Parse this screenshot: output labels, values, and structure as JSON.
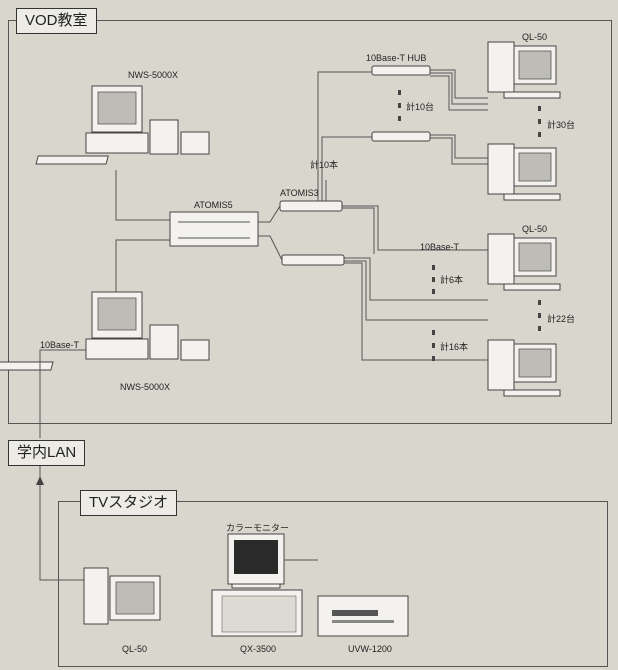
{
  "vod_classroom": {
    "title": "VOD教室",
    "nws_top": "NWS-5000X",
    "nws_bottom": "NWS-5000X",
    "atomis5": "ATOMIS5",
    "atomis3": "ATOMIS3",
    "hub_label": "10Base-T HUB",
    "ql50_top": "QL-50",
    "ql50_mid": "QL-50",
    "count_10_units": "計10台",
    "count_30_units": "計30台",
    "count_10_lines": "計10本",
    "tenbase_mid": "10Base-T",
    "count_6_lines": "計6本",
    "count_22_units": "計22台",
    "count_16_lines": "計16本",
    "tenbase_left": "10Base-T"
  },
  "campus_lan": "学内LAN",
  "tv_studio": {
    "title": "TVスタジオ",
    "color_monitor": "カラーモニター",
    "ql50": "QL-50",
    "qx3500": "QX-3500",
    "uvw1200": "UVW-1200"
  },
  "colors": {
    "background": "#d9d6ce",
    "label_bg": "#ecebe6",
    "line": "#555555"
  }
}
